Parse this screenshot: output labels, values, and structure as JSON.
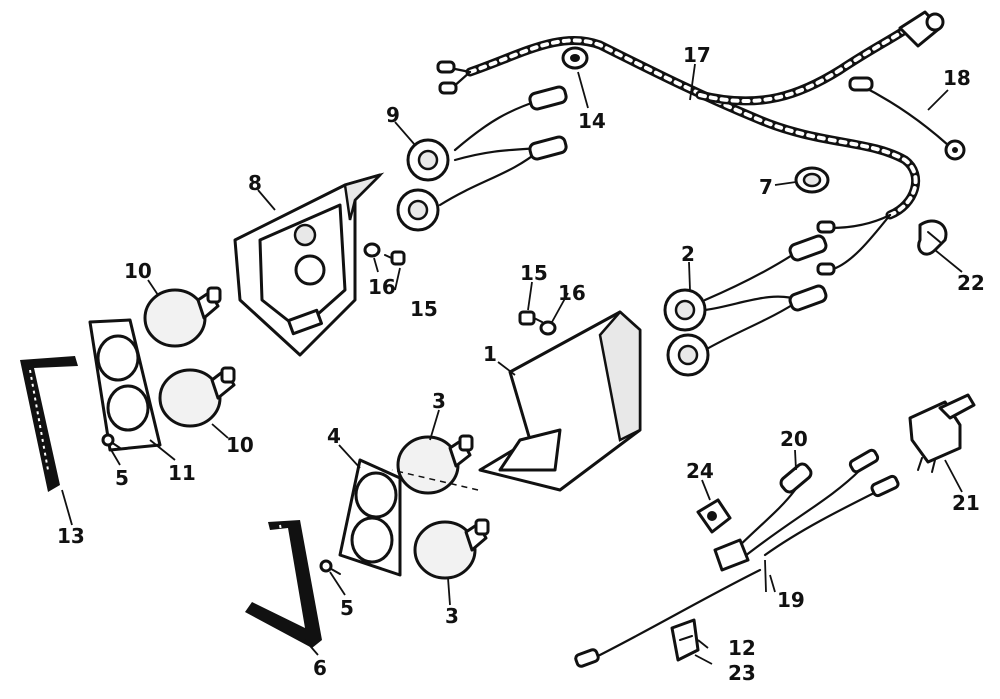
{
  "callouts": [
    {
      "id": "c1",
      "text": "1"
    },
    {
      "id": "c2",
      "text": "2"
    },
    {
      "id": "c3a",
      "text": "3"
    },
    {
      "id": "c3b",
      "text": "3"
    },
    {
      "id": "c4",
      "text": "4"
    },
    {
      "id": "c5a",
      "text": "5"
    },
    {
      "id": "c5b",
      "text": "5"
    },
    {
      "id": "c6",
      "text": "6"
    },
    {
      "id": "c7",
      "text": "7"
    },
    {
      "id": "c8",
      "text": "8"
    },
    {
      "id": "c9",
      "text": "9"
    },
    {
      "id": "c10a",
      "text": "10"
    },
    {
      "id": "c10b",
      "text": "10"
    },
    {
      "id": "c11",
      "text": "11"
    },
    {
      "id": "c12",
      "text": "12"
    },
    {
      "id": "c13",
      "text": "13"
    },
    {
      "id": "c14",
      "text": "14"
    },
    {
      "id": "c15a",
      "text": "15"
    },
    {
      "id": "c15b",
      "text": "15"
    },
    {
      "id": "c16a",
      "text": "16"
    },
    {
      "id": "c16b",
      "text": "16"
    },
    {
      "id": "c17",
      "text": "17"
    },
    {
      "id": "c18",
      "text": "18"
    },
    {
      "id": "c19",
      "text": "19"
    },
    {
      "id": "c20",
      "text": "20"
    },
    {
      "id": "c21",
      "text": "21"
    },
    {
      "id": "c22",
      "text": "22"
    },
    {
      "id": "c23",
      "text": "23"
    },
    {
      "id": "c24",
      "text": "24"
    }
  ]
}
